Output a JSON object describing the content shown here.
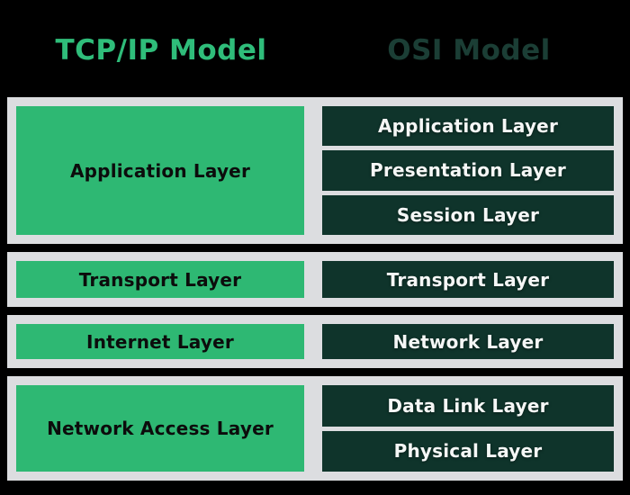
{
  "header": {
    "left_title": "TCP/IP Model",
    "right_title": "OSI Model"
  },
  "colors": {
    "background": "#000000",
    "container": "#dcdde0",
    "tcpip_box": "#2eb873",
    "osi_box": "#0f342b",
    "tcpip_title": "#2fbd7a",
    "osi_title": "#1b3e35",
    "tcpip_text": "#0c0c0c",
    "osi_text": "#f5f7f6"
  },
  "rows": [
    {
      "tcpip": "Application Layer",
      "osi": [
        "Application Layer",
        "Presentation Layer",
        "Session Layer"
      ]
    },
    {
      "tcpip": "Transport Layer",
      "osi": [
        "Transport Layer"
      ]
    },
    {
      "tcpip": "Internet Layer",
      "osi": [
        "Network Layer"
      ]
    },
    {
      "tcpip": "Network Access Layer",
      "osi": [
        "Data Link Layer",
        "Physical Layer"
      ]
    }
  ]
}
